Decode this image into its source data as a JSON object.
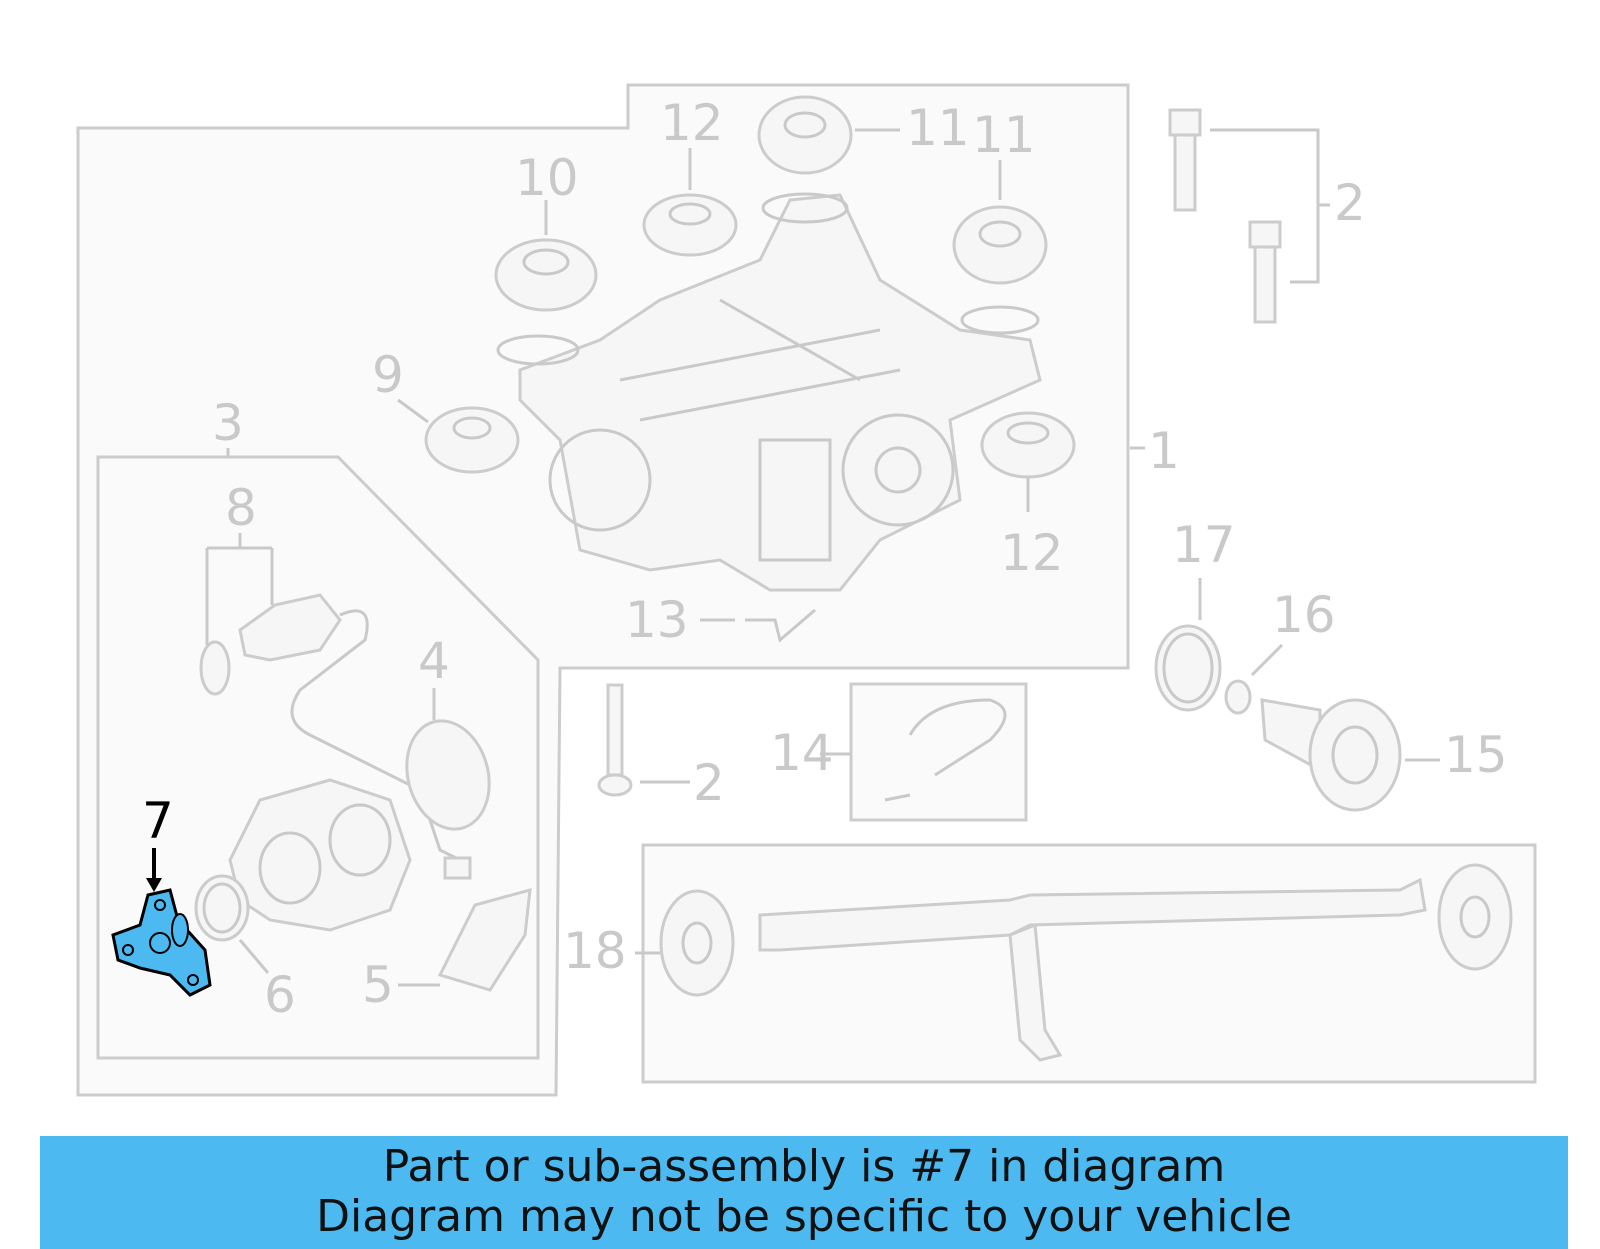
{
  "diagram": {
    "highlighted_part": "7",
    "highlight_color": "#4cb9f1",
    "callouts": {
      "c1": "1",
      "c2a": "2",
      "c2b": "2",
      "c3": "3",
      "c4": "4",
      "c5": "5",
      "c6": "6",
      "c7": "7",
      "c8": "8",
      "c9": "9",
      "c10": "10",
      "c11a": "11",
      "c11b": "11",
      "c12a": "12",
      "c12b": "12",
      "c13": "13",
      "c14": "14",
      "c15": "15",
      "c16": "16",
      "c17": "17",
      "c18": "18"
    }
  },
  "banner": {
    "line1": "Part or sub-assembly is #7 in diagram",
    "line2": "Diagram may not be specific to your vehicle",
    "background": "#4cb9f1"
  }
}
